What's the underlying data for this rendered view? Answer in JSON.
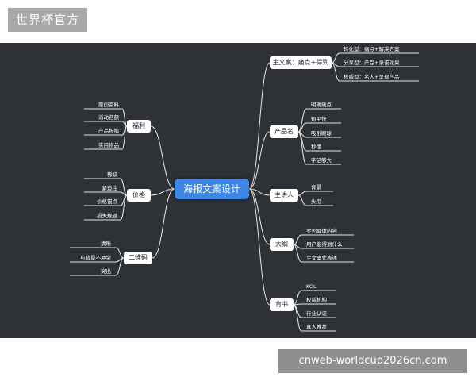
{
  "header": {
    "badge": "世界杯官方"
  },
  "watermark": {
    "text": "cnweb-worldcup2026cn.com"
  },
  "colors": {
    "canvas": "#2e3135",
    "root": "#3d86e6",
    "line": "#e8e8e8"
  },
  "diagram": {
    "root": "海报文案设计",
    "left_branches": [
      {
        "label": "福利",
        "items": [
          "原创资料",
          "活动名额",
          "产品折扣",
          "实用物品"
        ]
      },
      {
        "label": "价格",
        "items": [
          "稀缺",
          "紧迫性",
          "价格锚点",
          "损失规避"
        ]
      },
      {
        "label": "二维码",
        "items": [
          "清晰",
          "与背景不冲突",
          "突出"
        ]
      }
    ],
    "right_branches": [
      {
        "label": "主文案：痛点+得到",
        "items": [
          "转化型：痛点+解决方案",
          "分享型：产品+承诺效果",
          "权威型：名人+呈现产品"
        ]
      },
      {
        "label": "产品名",
        "items": [
          "明确痛点",
          "短平快",
          "吸引眼球",
          "秒懂",
          "字足够大"
        ]
      },
      {
        "label": "主讲人",
        "items": [
          "背景",
          "头衔"
        ]
      },
      {
        "label": "大纲",
        "items": [
          "罗列具体内容",
          "用户能得到什么",
          "主文案式表述"
        ]
      },
      {
        "label": "背书",
        "items": [
          "KOL",
          "权威机构",
          "行业认证",
          "真人推荐"
        ]
      }
    ]
  }
}
